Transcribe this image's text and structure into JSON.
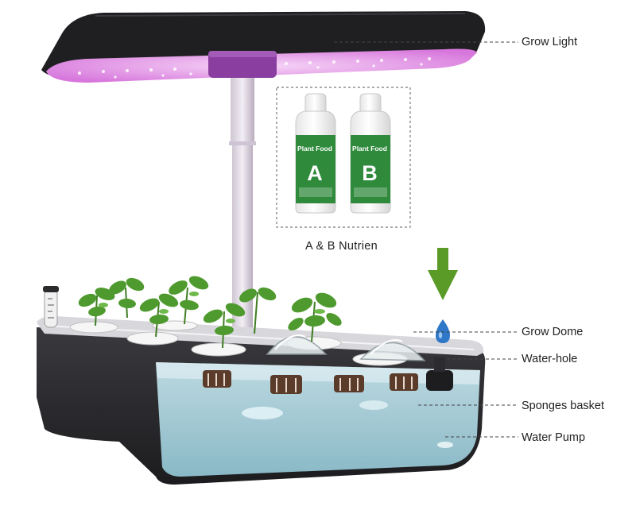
{
  "callouts": {
    "grow_light": "Grow Light",
    "grow_dome": "Grow Dome",
    "water_hole": "Water-hole",
    "sponges_basket": "Sponges basket",
    "water_pump": "Water Pump"
  },
  "nutrients": {
    "caption": "A & B Nutrien",
    "bottle_a": {
      "label": "Plant Food",
      "letter": "A"
    },
    "bottle_b": {
      "label": "Plant Food",
      "letter": "B"
    }
  },
  "colors": {
    "lamp_body": "#1f1f22",
    "led_glow": "#e9a6ee",
    "accent_purple": "#8a3fa0",
    "base_body": "#2a2a2d",
    "tank_water": "#a9d3de",
    "leaf_green": "#4f9a2e",
    "bottle_label": "#2f8a3c",
    "arrow_green": "#5a9a26",
    "water_drop": "#2f78c8"
  },
  "icons": {
    "down_arrow": "down-arrow-icon",
    "water_drop": "water-drop-icon"
  }
}
